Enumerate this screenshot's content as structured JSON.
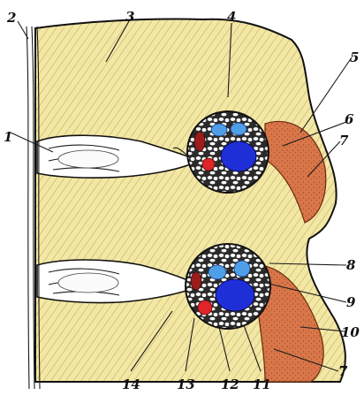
{
  "diagram": {
    "labels": {
      "l1": "1",
      "l2": "2",
      "l3": "3",
      "l4": "4",
      "l5": "5",
      "l6": "6",
      "l7a": "7",
      "l8": "8",
      "l9": "9",
      "l10": "10",
      "l7b": "7",
      "l11": "11",
      "l12": "12",
      "l13": "13",
      "l14": "14"
    },
    "colors": {
      "bone": "#f3e7a4",
      "bone_texture": "#8a7a3a",
      "ligament": "#d9774a",
      "vein": "#1f2fd8",
      "vein_light": "#4f9ee8",
      "artery": "#e0242a",
      "artery_dark": "#9c1c1c",
      "fat_cell": "#ffffff",
      "outline": "#111111"
    }
  }
}
